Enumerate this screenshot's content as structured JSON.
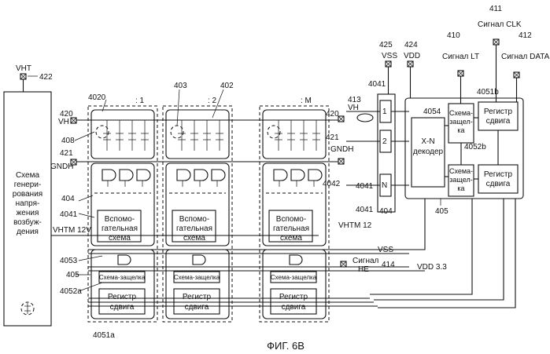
{
  "figure_caption": "ФИГ. 6В",
  "gen_block": {
    "label_lines": [
      "Схема",
      "генери-",
      "рования",
      "напря-",
      "жения",
      "возбуж-",
      "дения"
    ]
  },
  "col_markers": [
    ": 1",
    ": 2",
    ": M"
  ],
  "blocks": {
    "aux_circuit_lines": [
      "Вспомо-",
      "гательная",
      "схема"
    ],
    "latch_small": "Схема-защелка",
    "shift_register_lines": [
      "Регистр",
      "сдвига"
    ],
    "xn_decoder_lines": [
      "X-N",
      "декодер"
    ],
    "latch_vertical_lines": [
      "Схема-",
      "защел-",
      "ка"
    ]
  },
  "decoder_rows": [
    "1",
    "2",
    "N"
  ],
  "signals": {
    "vht": "VHT",
    "vh": "VH",
    "gndh": "GNDH",
    "vhtm_12v": "VHTM 12V",
    "vhtm_12": "VHTM 12",
    "vss": "VSS",
    "vdd": "VDD",
    "vdd_33": "VDD 3.3",
    "signal_he_lines": [
      "Сигнал",
      "HE"
    ],
    "signal_lt": "Сигнал LT",
    "signal_clk": "Сигнал CLK",
    "signal_data": "Сигнал DATA"
  },
  "refs": {
    "r422": "422",
    "r420": "420",
    "r4020": "4020",
    "r408": "408",
    "r421": "421",
    "r404": "404",
    "r4041": "4041",
    "r4053": "4053",
    "r405": "405",
    "r4052a": "4052a",
    "r4051a": "4051a",
    "r403": "403",
    "r402": "402",
    "r4042": "4042",
    "r413": "413",
    "r4054": "4054",
    "r425": "425",
    "r424": "424",
    "r411": "411",
    "r410": "410",
    "r412": "412",
    "r4051b": "4051b",
    "r4052b": "4052b",
    "r414": "414"
  }
}
